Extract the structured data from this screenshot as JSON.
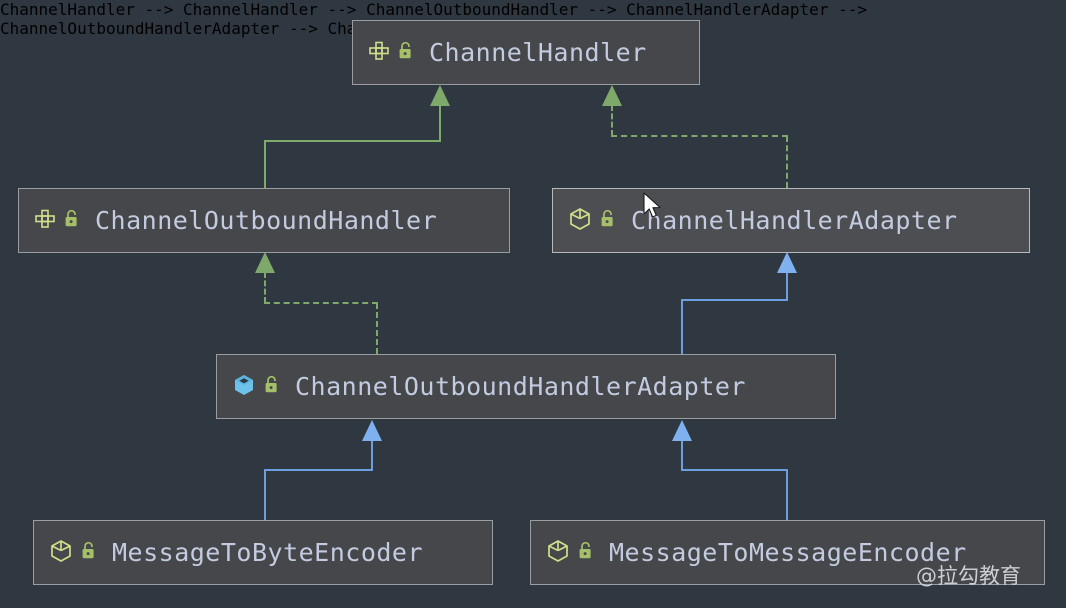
{
  "diagram": {
    "title": "Netty ChannelHandler class hierarchy",
    "background_color": "#2f3840",
    "node_fill": "#45474a",
    "node_fill_hovered": "#4c4e51",
    "node_border": "#9a9da2",
    "label_color": "#c3cbe0",
    "edge_color_green": "#7fa96b",
    "edge_color_blue": "#6c9fe0",
    "icon_color_green": "#cfe08b",
    "icon_color_blue": "#6cc2ea",
    "lock_color": "#a6c06a"
  },
  "nodes": [
    {
      "id": "channel-handler",
      "label": "ChannelHandler",
      "type_icon": "interface-icon",
      "visibility_icon": "unlocked-padlock-icon",
      "hovered": false
    },
    {
      "id": "channel-outbound-handler",
      "label": "ChannelOutboundHandler",
      "type_icon": "interface-icon",
      "visibility_icon": "unlocked-padlock-icon",
      "hovered": false
    },
    {
      "id": "channel-handler-adapter",
      "label": "ChannelHandlerAdapter",
      "type_icon": "abstract-class-icon",
      "visibility_icon": "unlocked-padlock-icon",
      "hovered": true
    },
    {
      "id": "channel-outbound-handler-adapter",
      "label": "ChannelOutboundHandlerAdapter",
      "type_icon": "class-icon",
      "visibility_icon": "unlocked-padlock-icon",
      "hovered": false
    },
    {
      "id": "message-to-byte-encoder",
      "label": "MessageToByteEncoder",
      "type_icon": "abstract-class-icon",
      "visibility_icon": "unlocked-padlock-icon",
      "hovered": false
    },
    {
      "id": "message-to-message-encoder",
      "label": "MessageToMessageEncoder",
      "type_icon": "abstract-class-icon",
      "visibility_icon": "unlocked-padlock-icon",
      "hovered": false
    }
  ],
  "edges": [
    {
      "id": "edge-outbound-to-handler",
      "from": "channel-outbound-handler",
      "to": "channel-handler",
      "style": "solid",
      "color": "green",
      "relation": "extends"
    },
    {
      "id": "edge-adapter-to-handler",
      "from": "channel-handler-adapter",
      "to": "channel-handler",
      "style": "dashed",
      "color": "green",
      "relation": "implements"
    },
    {
      "id": "edge-outbound-adapter-to-outbound",
      "from": "channel-outbound-handler-adapter",
      "to": "channel-outbound-handler",
      "style": "dashed",
      "color": "green",
      "relation": "implements"
    },
    {
      "id": "edge-outbound-adapter-to-handler-adapter",
      "from": "channel-outbound-handler-adapter",
      "to": "channel-handler-adapter",
      "style": "solid",
      "color": "blue",
      "relation": "extends"
    },
    {
      "id": "edge-byte-encoder-to-outbound-adapter",
      "from": "message-to-byte-encoder",
      "to": "channel-outbound-handler-adapter",
      "style": "solid",
      "color": "blue",
      "relation": "extends"
    },
    {
      "id": "edge-message-encoder-to-outbound-adapter",
      "from": "message-to-message-encoder",
      "to": "channel-outbound-handler-adapter",
      "style": "solid",
      "color": "blue",
      "relation": "extends"
    }
  ],
  "watermark": {
    "text": "@拉勾教育"
  },
  "cursor": {
    "name": "mouse-pointer"
  }
}
